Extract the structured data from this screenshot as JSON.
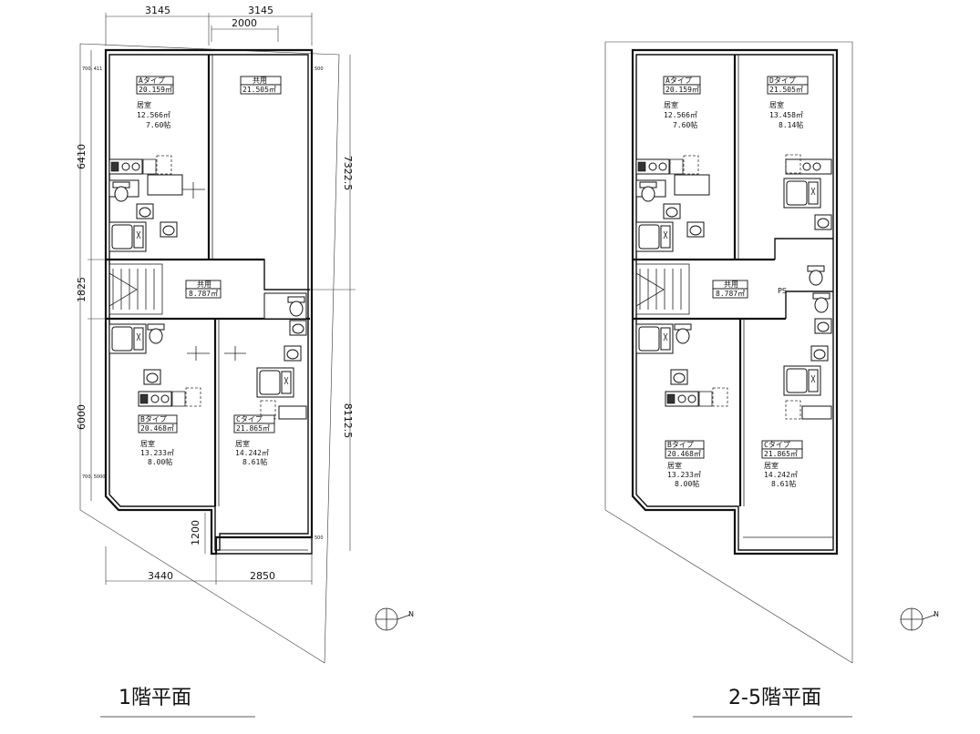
{
  "plans": [
    {
      "title": "1階平面",
      "dims": {
        "top_left": "3145",
        "top_right": "3145",
        "top_inner": "2000",
        "left_upper": "6410",
        "left_mid": "1825",
        "left_lower": "6000",
        "right_upper": "7322.5",
        "right_lower": "8112.5",
        "bottom_left": "3440",
        "bottom_right": "2850",
        "bottom_side": "1200",
        "tiny_upper_left": "700, 411",
        "tiny_upper_right": "500",
        "tiny_lower_left": "700, 5000",
        "tiny_lower_right": "500"
      },
      "units": [
        {
          "type": "Aタイプ",
          "area": "20.159㎡",
          "room": "居室",
          "room_area": "12.566㎡",
          "tatami": "7.60帖"
        },
        {
          "type": "共用",
          "area": "21.505㎡"
        },
        {
          "type": "共用",
          "area": "8.787㎡"
        },
        {
          "type": "Bタイプ",
          "area": "20.468㎡",
          "room": "居室",
          "room_area": "13.233㎡",
          "tatami": "8.00帖"
        },
        {
          "type": "Cタイプ",
          "area": "21.865㎡",
          "room": "居室",
          "room_area": "14.242㎡",
          "tatami": "8.61帖"
        }
      ]
    },
    {
      "title": "2-5階平面",
      "ps_label": "PS",
      "units": [
        {
          "type": "Aタイプ",
          "area": "20.159㎡",
          "room": "居室",
          "room_area": "12.566㎡",
          "tatami": "7.60帖"
        },
        {
          "type": "Dタイプ",
          "area": "21.505㎡",
          "room": "居室",
          "room_area": "13.458㎡",
          "tatami": "8.14帖"
        },
        {
          "type": "共用",
          "area": "8.787㎡"
        },
        {
          "type": "Bタイプ",
          "area": "20.468㎡",
          "room": "居室",
          "room_area": "13.233㎡",
          "tatami": "8.00帖"
        },
        {
          "type": "Cタイプ",
          "area": "21.865㎡",
          "room": "居室",
          "room_area": "14.242㎡",
          "tatami": "8.61帖"
        }
      ]
    }
  ],
  "north_label": "N"
}
